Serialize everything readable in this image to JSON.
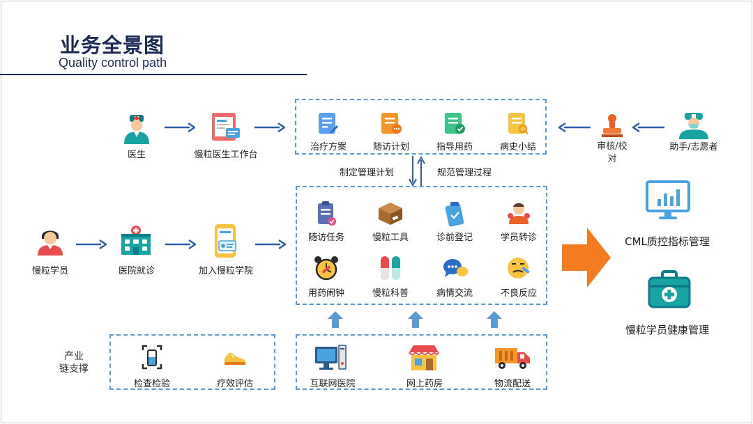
{
  "header": {
    "title": "业务全景图",
    "subtitle": "Quality control path"
  },
  "left_flow_top": {
    "doctor": "医生",
    "workstation": "慢粒医生工作台"
  },
  "left_flow_mid": {
    "student": "慢粒学员",
    "hospital_visit": "医院就诊",
    "join_academy": "加入慢粒学院"
  },
  "top_box": {
    "items": [
      "治疗方案",
      "随访计划",
      "指导用药",
      "病史小结"
    ]
  },
  "right_flow": {
    "review": "审核/校\n对",
    "assistant": "助手/志愿者"
  },
  "relations": {
    "left": "制定管理计划",
    "right": "规范管理过程"
  },
  "mid_box": {
    "row1": [
      "随访任务",
      "慢粒工具",
      "诊前登记",
      "学员转诊"
    ],
    "row2": [
      "用药闹钟",
      "慢粒科普",
      "病情交流",
      "不良反应"
    ]
  },
  "industry": {
    "label": "产业\n链支撑",
    "items": [
      "检查检验",
      "疗效评估"
    ]
  },
  "bottom_box": {
    "items": [
      "互联网医院",
      "网上药房",
      "物流配送"
    ]
  },
  "outcomes": {
    "cml": "CML质控指标管理",
    "health": "慢粒学员健康管理"
  },
  "colors": {
    "navy": "#1c2a57",
    "dashed_border": "#5b9bd5",
    "arrow_blue": "#2e5fa8",
    "big_arrow": "#f47b20",
    "teal": "#19a4a4"
  }
}
